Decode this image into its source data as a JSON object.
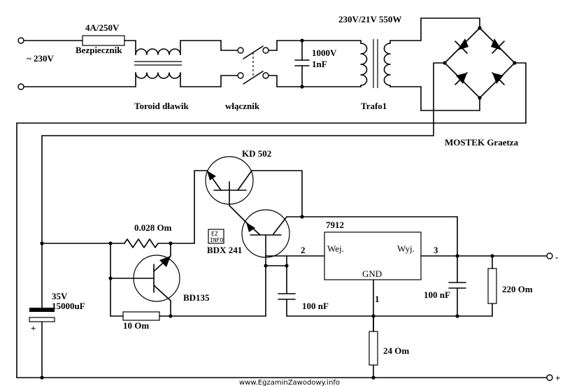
{
  "labels": {
    "fuse_rating": "4A/250V",
    "fuse_name": "Bezpiecznik",
    "input_voltage": "~ 230V",
    "choke_name": "Toroid dławik",
    "switch_name": "włącznik",
    "cap_in_voltage": "1000V",
    "cap_in_value": "1nF",
    "trafo_rating": "230V/21V 550W",
    "trafo_name": "Trafo1",
    "bridge_name": "MOSTEK Graetza",
    "kd502": "KD 502",
    "bdx241": "BDX 241",
    "resistor_sense": "0.028 Om",
    "bd135": "BD135",
    "resistor_10": "10 Om",
    "cap_main_voltage": "35V",
    "cap_main_value": "15000uF",
    "cap_plus": "+",
    "regulator": "7912",
    "pin_2": "2",
    "pin_3": "3",
    "pin_1": "1",
    "pin_wej": "Wej.",
    "pin_wyj": "Wyj.",
    "pin_gnd": "GND",
    "cap_100_in": "100 nF",
    "cap_100_out": "100 nF",
    "resistor_220": "220 Om",
    "resistor_24": "24 Om",
    "out_minus": "-",
    "out_plus": "+",
    "watermark": "www.EgzaminZawodowy.info",
    "logo_top": "EZ",
    "logo_bottom": "INFO"
  }
}
